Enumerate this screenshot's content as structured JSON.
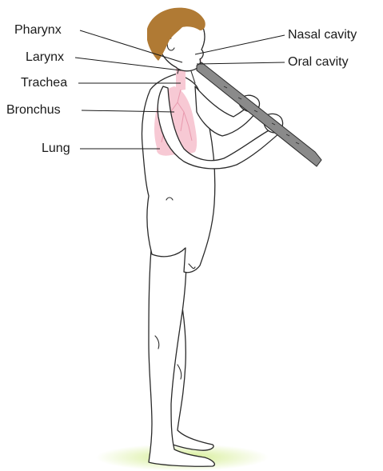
{
  "diagram": {
    "labels": {
      "pharynx": "Pharynx",
      "larynx": "Larynx",
      "trachea": "Trachea",
      "bronchus": "Bronchus",
      "lung": "Lung",
      "nasal_cavity": "Nasal cavity",
      "oral_cavity": "Oral cavity"
    }
  },
  "colors": {
    "airway_fill": "#f7c9d4",
    "airway_stroke": "#e89aae",
    "hair": "#b07a34",
    "hair_stroke": "#6e4a1c",
    "instrument": "#8a8a8a",
    "ground_center": "#d2ec8c",
    "ground_edge": "#ffffff"
  }
}
